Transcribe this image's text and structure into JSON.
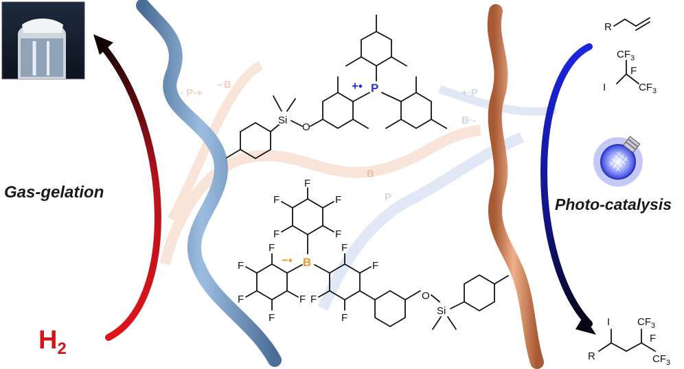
{
  "labels": {
    "gas_gelation": "Gas-gelation",
    "photo_catalysis": "Photo-catalysis",
    "h2_base": "H",
    "h2_sub": "2"
  },
  "atoms": {
    "P": "P",
    "B": "B",
    "Si": "Si",
    "O": "O",
    "F": "F",
    "R": "R",
    "I": "I",
    "C": "C",
    "CF3_sub": "3",
    "radical_cation": "+•",
    "radical_anion": "−•"
  },
  "ghost_labels": {
    "p_plus_left": "- P-+",
    "b_minus_left": "-·B",
    "p_plus_right": "+·P",
    "b_minus_right": "B·-",
    "b_center": "B",
    "p_center": "P"
  },
  "colors": {
    "blue_strand": "#7fa2cc",
    "copper_strand": "#d98b5f",
    "red_arrow": "#d0161b",
    "blue_arrow": "#1420c8",
    "boron": "#f0962f",
    "phosphorus": "#2a2fd0"
  },
  "icons": [
    "gel-vial-photo",
    "light-bulb-icon",
    "left-arrow-icon",
    "right-arrow-icon"
  ]
}
